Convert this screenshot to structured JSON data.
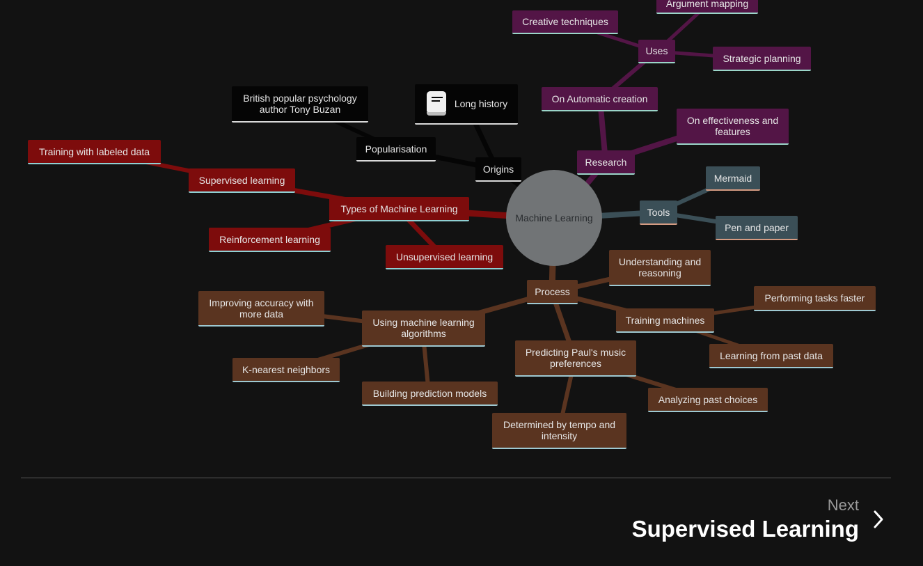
{
  "mindmap": {
    "root": "Machine Learning",
    "nodes": {
      "argument_mapping": "Argument mapping",
      "creative_techniques": "Creative techniques",
      "uses": "Uses",
      "strategic_planning": "Strategic planning",
      "on_automatic_creation": "On Automatic creation",
      "on_effectiveness": "On effectiveness and features",
      "research": "Research",
      "british_popular": "British popular psychology author Tony Buzan",
      "long_history": "Long history",
      "popularisation": "Popularisation",
      "origins": "Origins",
      "training_labeled": "Training with labeled data",
      "supervised_learning": "Supervised learning",
      "types_ml": "Types of Machine Learning",
      "reinforcement_learning": "Reinforcement learning",
      "unsupervised_learning": "Unsupervised learning",
      "mermaid": "Mermaid",
      "tools": "Tools",
      "pen_paper": "Pen and paper",
      "understanding": "Understanding and reasoning",
      "process": "Process",
      "performing_faster": "Performing tasks faster",
      "training_machines": "Training machines",
      "learning_past": "Learning from past data",
      "improving_accuracy": "Improving accuracy with more data",
      "using_ml_algorithms": "Using machine learning algorithms",
      "predicting_paul": "Predicting Paul's music preferences",
      "knn": "K-nearest neighbors",
      "building_models": "Building prediction models",
      "analyzing_choices": "Analyzing past choices",
      "tempo_intensity": "Determined by tempo and intensity"
    },
    "icons": {
      "long_history": "book-icon"
    },
    "colors": {
      "origins_branch": "#050505",
      "types_branch": "#7d0c0c",
      "research_branch": "#531546",
      "tools_branch": "#3b4f57",
      "process_branch": "#5a3420",
      "root": "#717476"
    }
  },
  "footer": {
    "next_label": "Next",
    "next_title": "Supervised Learning",
    "next_icon": "chevron-right-icon"
  }
}
